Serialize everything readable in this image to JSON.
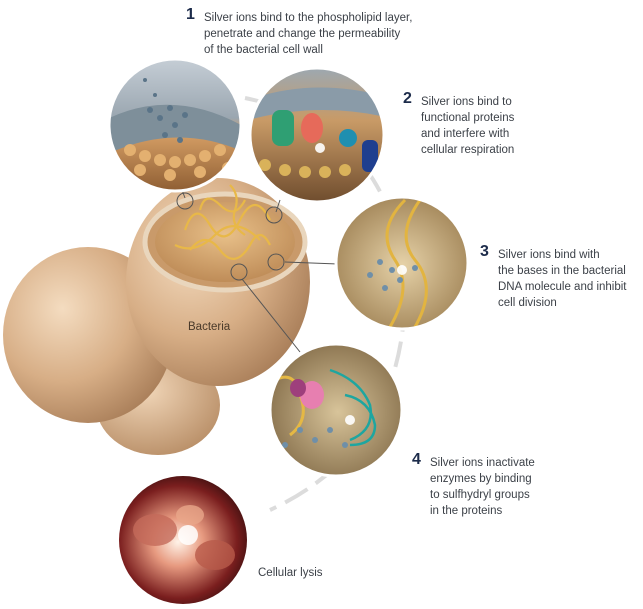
{
  "steps": [
    {
      "number": "1",
      "text": "Silver ions bind to the phospholipid layer,\npenetrate and change the permeability\nof the bacterial cell wall"
    },
    {
      "number": "2",
      "text": "Silver ions bind to\nfunctional proteins\nand interfere with\ncellular respiration"
    },
    {
      "number": "3",
      "text": "Silver ions bind with\nthe bases in the bacterial\nDNA molecule and inhibit\ncell division"
    },
    {
      "number": "4",
      "text": "Silver ions inactivate\nenzymes by binding\nto sulfhydryl groups\nin the proteins"
    }
  ],
  "labels": {
    "bacteria": "Bacteria",
    "lysis": "Cellular lysis"
  },
  "colors": {
    "cell": "#d8b48c",
    "cell_shadow": "#a87c55",
    "dna": "#e0b040",
    "ion": "#6f8fa8",
    "arc": "#dcdcdc",
    "number": "#1c2b4a",
    "text": "#3c4148"
  }
}
